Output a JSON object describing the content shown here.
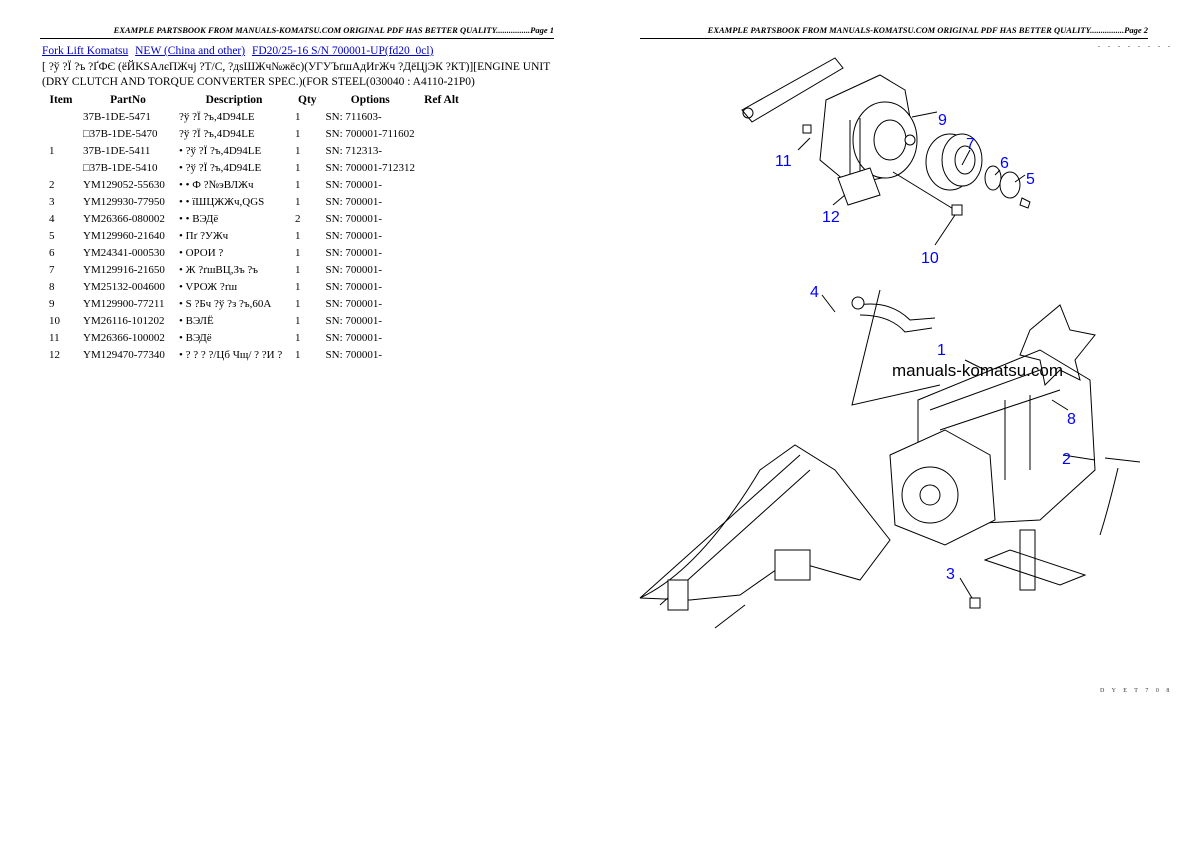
{
  "header": {
    "page1": "EXAMPLE PARTSBOOK FROM MANUALS-KOMATSU.COM ORIGINAL PDF HAS BETTER QUALITY................Page 1",
    "page2": "EXAMPLE PARTSBOOK FROM MANUALS-KOMATSU.COM ORIGINAL PDF HAS BETTER QUALITY................Page 2"
  },
  "breadcrumb": [
    {
      "label": "Fork Lift Komatsu"
    },
    {
      "label": "NEW (China and other)"
    },
    {
      "label": "FD20/25-16 S/N 700001-UP(fd20_0cl)"
    }
  ],
  "title": "[ ?ў ?Ї ?ъ ?ҐФЄ (ёЙKSАлєПЖчј ?Т/С, ?дѕШЖч№жёс)(УГУЪґшАдИгЖч ?ДёЦјЭК ?КТ)][ENGINE UNIT (DRY CLUTCH AND TORQUE CONVERTER SPEC.)(FOR STEEL(030040 : A4110-21P0)",
  "table": {
    "columns": [
      "Item",
      "PartNo",
      "Description",
      "Qty",
      "Options",
      "Ref Alt"
    ],
    "rows": [
      {
        "item": "",
        "part": "37B-1DE-5471",
        "desc": "?ў ?Ї ?ъ,4D94LE",
        "qty": "1",
        "options": "SN: 711603-"
      },
      {
        "item": "",
        "part": "□37B-1DE-5470",
        "desc": "?ў ?Ї ?ъ,4D94LE",
        "qty": "1",
        "options": "SN: 700001-711602"
      },
      {
        "item": "1",
        "part": "37B-1DE-5411",
        "desc": "• ?ў ?Ї ?ъ,4D94LE",
        "qty": "1",
        "options": "SN: 712313-"
      },
      {
        "item": "",
        "part": "□37B-1DE-5410",
        "desc": "• ?ў ?Ї ?ъ,4D94LE",
        "qty": "1",
        "options": "SN: 700001-712312"
      },
      {
        "item": "2",
        "part": "YM129052-55630",
        "desc": "• • Ф ?№эВЛЖч",
        "qty": "1",
        "options": "SN: 700001-"
      },
      {
        "item": "3",
        "part": "YM129930-77950",
        "desc": "• • їШЦЖЖч,QGS",
        "qty": "1",
        "options": "SN: 700001-"
      },
      {
        "item": "4",
        "part": "YM26366-080002",
        "desc": "• • ВЭДё",
        "qty": "2",
        "options": "SN: 700001-"
      },
      {
        "item": "5",
        "part": "YM129960-21640",
        "desc": "• Пґ ?УЖч",
        "qty": "1",
        "options": "SN: 700001-"
      },
      {
        "item": "6",
        "part": "YM24341-000530",
        "desc": "• ОРОИ ?",
        "qty": "1",
        "options": "SN: 700001-"
      },
      {
        "item": "7",
        "part": "YM129916-21650",
        "desc": "• Ж ?ґшВЦ,Зъ ?ъ",
        "qty": "1",
        "options": "SN: 700001-"
      },
      {
        "item": "8",
        "part": "YM25132-004600",
        "desc": "• VРОЖ ?ґш",
        "qty": "1",
        "options": "SN: 700001-"
      },
      {
        "item": "9",
        "part": "YM129900-77211",
        "desc": "• S ?Бч ?ў ?з ?ъ,60A",
        "qty": "1",
        "options": "SN: 700001-"
      },
      {
        "item": "10",
        "part": "YM26116-101202",
        "desc": "• ВЭЛЁ",
        "qty": "1",
        "options": "SN: 700001-"
      },
      {
        "item": "11",
        "part": "YM26366-100002",
        "desc": "• ВЭДё",
        "qty": "1",
        "options": "SN: 700001-"
      },
      {
        "item": "12",
        "part": "YM129470-77340",
        "desc": "• ? ? ? ?/Цб Чщ/ ? ?И ?",
        "qty": "1",
        "options": "SN: 700001-"
      }
    ]
  },
  "diagram": {
    "callouts": [
      "1",
      "2",
      "3",
      "4",
      "5",
      "6",
      "7",
      "8",
      "9",
      "10",
      "11",
      "12"
    ],
    "watermark": "manuals-komatsu.com",
    "callout_color": "#0000ff",
    "top_dots": ". . . . . . . .",
    "footer_code": "D Y E T 7 0 8"
  }
}
